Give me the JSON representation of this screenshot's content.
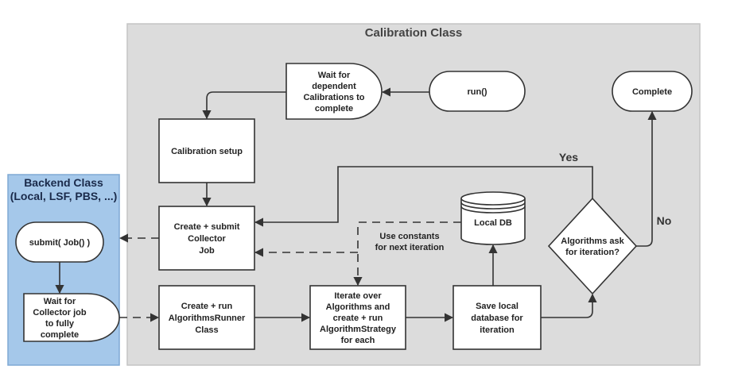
{
  "calibration_class": {
    "title": "Calibration Class"
  },
  "backend_class": {
    "title_line1": "Backend Class",
    "title_line2": "(Local, LSF, PBS, ...)"
  },
  "nodes": {
    "run": "run()",
    "wait_dependent": [
      "Wait for",
      "dependent",
      "Calibrations to",
      "complete"
    ],
    "calibration_setup": "Calibration setup",
    "create_submit": [
      "Create + submit",
      "Collector",
      "Job"
    ],
    "local_db": "Local DB",
    "complete": "Complete",
    "algorithms_ask": [
      "Algorithms ask",
      "for iteration?"
    ],
    "submit_job": "submit( Job() )",
    "wait_collector": [
      "Wait for",
      "Collector job",
      "to fully",
      "complete"
    ],
    "create_run_runner": [
      "Create + run",
      "AlgorithmsRunner",
      "Class"
    ],
    "iterate": [
      "Iterate over",
      "Algorithms and",
      "create + run",
      "AlgorithmStrategy",
      "for each"
    ],
    "save_local": [
      "Save local",
      "database for",
      "iteration"
    ]
  },
  "edge_labels": {
    "yes": "Yes",
    "no": "No",
    "use_constants": [
      "Use constants",
      "for next iteration"
    ]
  },
  "colors": {
    "calibration_bg": "#dcdcdc",
    "calibration_border": "#c4c4c4",
    "backend_bg": "#a5c8ea",
    "backend_border": "#7fa9d4",
    "node_fill": "#ffffff",
    "stroke": "#333333"
  }
}
